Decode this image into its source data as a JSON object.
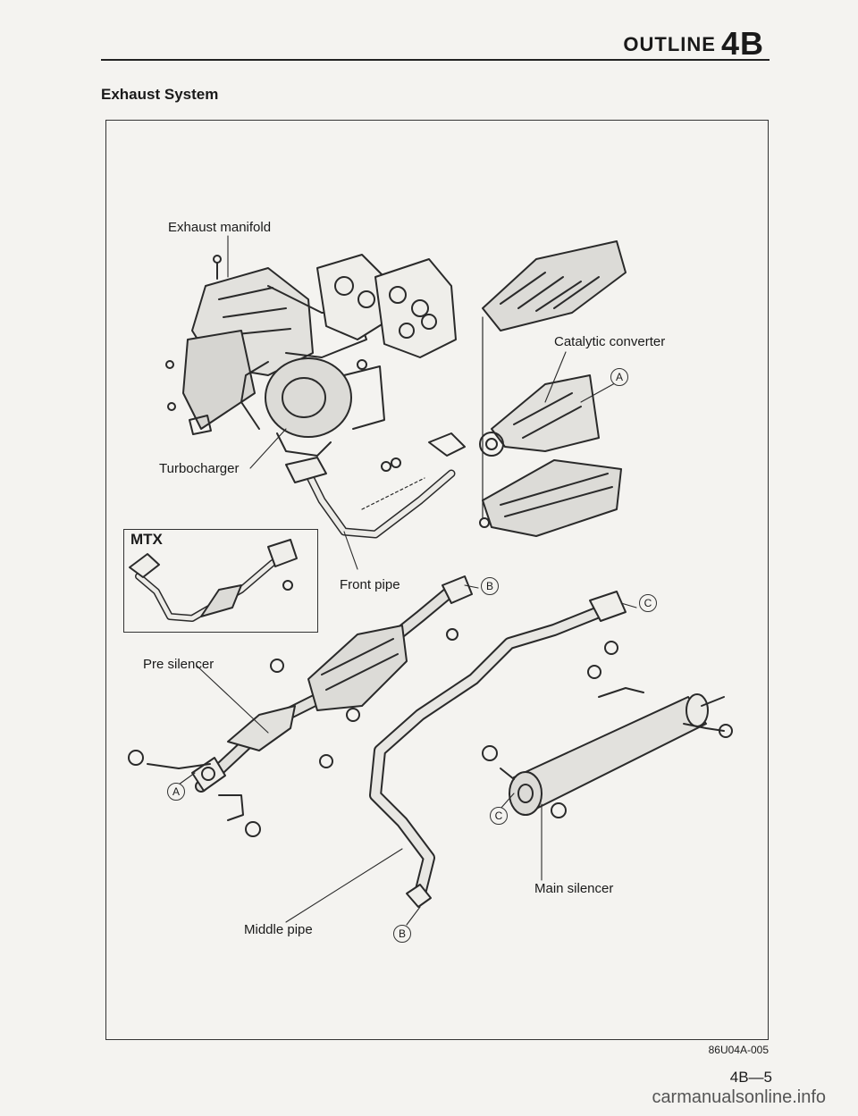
{
  "header": {
    "title": "OUTLINE",
    "section": "4B"
  },
  "section_title": "Exhaust System",
  "labels": {
    "exhaust_manifold": "Exhaust manifold",
    "catalytic_converter": "Catalytic converter",
    "turbocharger": "Turbocharger",
    "front_pipe": "Front pipe",
    "pre_silencer": "Pre silencer",
    "middle_pipe": "Middle pipe",
    "main_silencer": "Main silencer",
    "mtx": "MTX"
  },
  "callouts": {
    "a": "A",
    "b": "B",
    "c": "C"
  },
  "figure_code": "86U04A-005",
  "page_number": "4B—5",
  "watermark": "carmanualsonline.info"
}
